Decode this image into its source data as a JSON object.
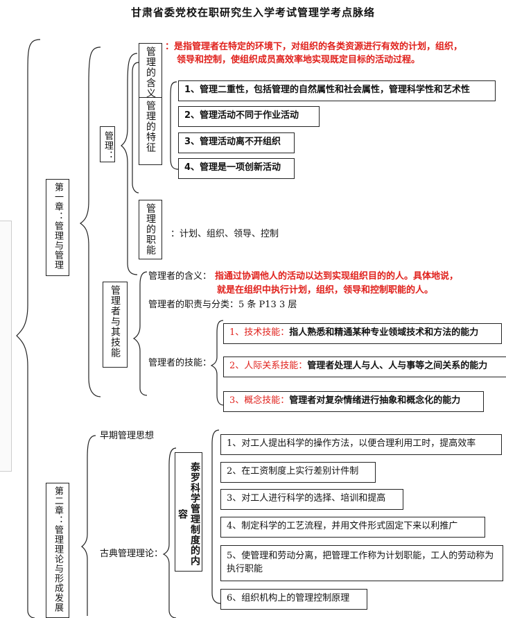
{
  "title": "甘肃省委党校在职研究生入学考试管理学考点脉络",
  "chapter1": {
    "label": "第一章：管理与管理",
    "management": {
      "label": "管理：",
      "meaning": {
        "label": "管理的含义",
        "text_line1": "：是指管理者在特定的环境下，对组织的各类资源进行有效的计划，组织，",
        "text_line2": "领导和控制，使组织成员高效率地实现既定目标的活动过程。"
      },
      "features": {
        "label": "管理的特征",
        "items": [
          "1、管理二重性，包括管理的自然属性和社会属性，管理科学性和艺术性",
          "2、管理活动不同于作业活动",
          "3、管理活动离不开组织",
          "4、管理是一项创新活动"
        ]
      },
      "functions": {
        "label": "管理的职能",
        "text": "：计划、组织、领导、控制"
      }
    },
    "manager": {
      "label": "管理者与其技能",
      "meaning_prefix": "管理者的含义：",
      "meaning_line1": "指通过协调他人的活动以达到实现组织目的的人。具体地说，",
      "meaning_line2": "就是在组织中执行计划，组织，领导和控制职能的人。",
      "duties": "管理者的职责与分类：5 条 P13     3 层",
      "skills_label": "管理者的技能：",
      "skills": [
        {
          "name": "1、技术技能：",
          "desc": "指人熟悉和精通某种专业领域技术和方法的能力"
        },
        {
          "name": "2、人际关系技能：",
          "desc": "管理者处理人与人、人与事等之间关系的能力"
        },
        {
          "name": "3、概念技能：",
          "desc": "管理者对复杂情绪进行抽象和概念化的能力"
        }
      ]
    }
  },
  "chapter2": {
    "label": "第二章：管理理论与形成发展",
    "early": "早期管理思想",
    "classical": "古典管理理论：",
    "taylor": {
      "label": "泰罗科学管理制度的内容",
      "items": [
        "1、对工人提出科学的操作方法，以便合理利用工时，提高效率",
        "2、在工资制度上实行差别计件制",
        "3、对工人进行科学的选择、培训和提高",
        "4、制定科学的工艺流程，并用文件形式固定下来以利推广",
        "5、使管理和劳动分离，把管理工作称为计划职能，工人的劳动称为执行职能",
        "6、组织机构上的管理控制原理"
      ]
    }
  },
  "colors": {
    "accent_red": "#e0201b",
    "border": "#222222"
  }
}
